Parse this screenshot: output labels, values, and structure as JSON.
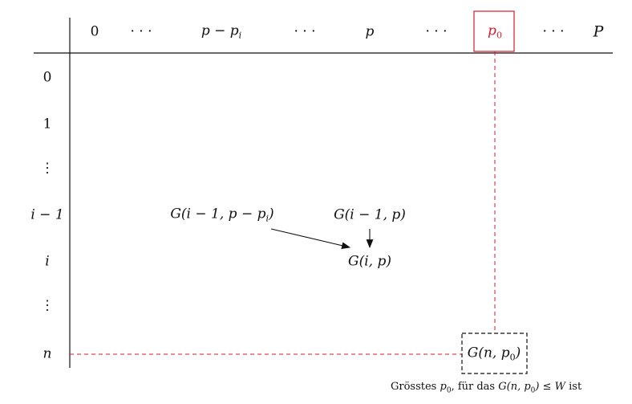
{
  "columns": {
    "headers": [
      "0",
      "· · ·",
      "p − p",
      "· · ·",
      "p",
      "· · ·",
      "p0",
      "· · ·",
      "P"
    ],
    "pp_sub": "i",
    "p0_base": "p",
    "p0_sub": "0",
    "highlight_color": "#d81b2c"
  },
  "rows": {
    "labels": [
      "0",
      "1",
      "⋮",
      "i − 1",
      "i",
      "⋮",
      "n"
    ]
  },
  "cells": {
    "g_im1_ppi": "G(i − 1, p − p",
    "g_im1_ppi_sub": "i",
    "g_im1_ppi_end": ")",
    "g_im1_p": "G(i − 1, p)",
    "g_i_p": "G(i, p)",
    "g_n_p0": "G(n, p",
    "g_n_p0_sub": "0",
    "g_n_p0_end": ")"
  },
  "caption": {
    "pre": "Grösstes ",
    "var": "p",
    "sub": "0",
    "mid": ", für das ",
    "expr": "G(n, p",
    "expr_sub": "0",
    "expr_end": ") ≤ W",
    "post": " ist"
  }
}
